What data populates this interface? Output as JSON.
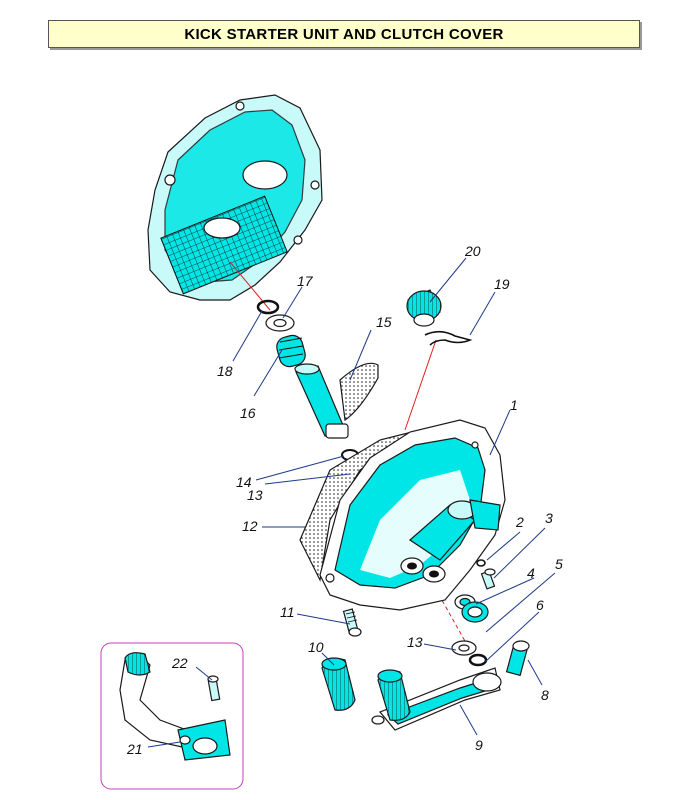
{
  "title": "KICK STARTER UNIT AND CLUTCH COVER",
  "colors": {
    "title_bg": "#ffffcc",
    "part_fill": "#00e5e5",
    "part_light": "#c8fafa",
    "line": "#1a1a1a",
    "leader": "#1e3a8a",
    "axis_red": "#e02020",
    "inset_border": "#c040c0"
  },
  "callouts": [
    "1",
    "2",
    "3",
    "4",
    "5",
    "6",
    "8",
    "9",
    "10",
    "11",
    "12",
    "13",
    "13",
    "14",
    "15",
    "16",
    "17",
    "18",
    "19",
    "20",
    "21",
    "22"
  ]
}
